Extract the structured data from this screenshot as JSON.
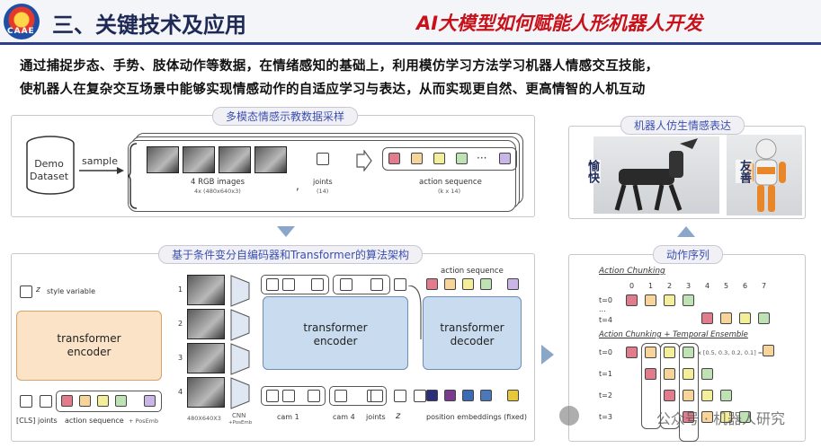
{
  "header": {
    "logo_text": "CAAE",
    "title": "三、关键技术及应用",
    "subtitle": "AI大模型如何赋能人形机器人开发"
  },
  "intro": {
    "line1": "通过捕捉步态、手势、肢体动作等数据，在情绪感知的基础上，利用模仿学习方法学习机器人情感交互技能，",
    "line2": "使机器人在复杂交互场景中能够实现情感动作的自适应学习与表达，从而实现更自然、更高情智的人机互动"
  },
  "top_panel": {
    "title": "多模态情感示教数据采样",
    "demo": "Demo\nDataset",
    "sample": "sample",
    "images_label": "4 RGB images",
    "images_sub": "4x (480x640x3)",
    "joints_label": "joints",
    "joints_sub": "(14)",
    "action_label": "action sequence",
    "action_sub": "(k x 14)",
    "ellipsis": "···",
    "comma": ","
  },
  "right_top": {
    "title": "机器人仿生情感表达",
    "happy": "愉快",
    "friendly": "友善"
  },
  "bottom_panel": {
    "title": "基于条件变分自编码器和Transformer的算法架构",
    "style_var": "style variable",
    "z": "z",
    "encoder": "transformer\nencoder",
    "encoder2": "transformer\nencoder",
    "decoder": "transformer\ndecoder",
    "cls": "[CLS]",
    "joints": "joints",
    "action_seq_posemb": "action sequence",
    "posemb": "+ PosEmb",
    "img_size": "480X640X3",
    "cnn": "CNN",
    "cnn_sub": "+PosEmb",
    "cam1": "cam 1",
    "cam4": "cam 4",
    "joints2": "joints",
    "z2": "z",
    "pos_emb": "position embeddings (fixed)",
    "action_sequence": "action sequence",
    "nums": [
      "1",
      "2",
      "3",
      "4"
    ]
  },
  "right_bottom": {
    "title": "动作序列",
    "chunking": "Action Chunking",
    "ensemble": "Action Chunking + Temporal Ensemble",
    "cols": [
      "0",
      "1",
      "2",
      "3",
      "4",
      "5",
      "6",
      "7"
    ],
    "t0": "t=0",
    "t4": "t=4",
    "t1": "t=1",
    "t2": "t=2",
    "t3": "t=3",
    "weights": "x [0.5, 0.3, 0.2, 0.1] =",
    "dots": "..."
  },
  "watermark": "公众号 · 机器人研究",
  "colors": {
    "c1": "#f2b8c0",
    "c2": "#f7d49a",
    "c3": "#f3ee9a",
    "c4": "#bfe2b4",
    "c5": "#c9b5e6",
    "c6": "#a9d0ee",
    "c7": "#e07c8c",
    "c8": "#8fc08a",
    "c_pos1": "#2b2f7a",
    "c_pos2": "#7a3b8f",
    "c_pos3": "#3b6bb5",
    "c_pos4": "#e8c83a"
  }
}
